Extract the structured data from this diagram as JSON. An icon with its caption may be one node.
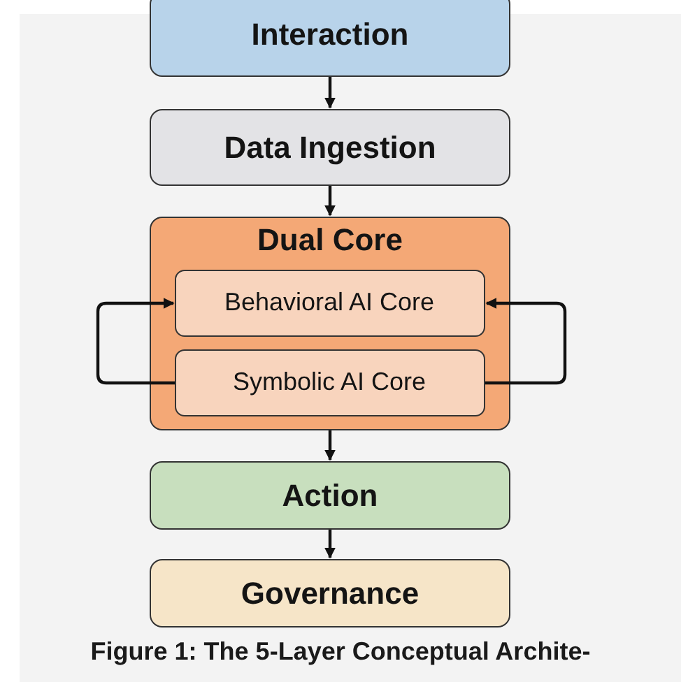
{
  "diagram": {
    "caption": "Figure 1: The 5-Layer Conceptual Archite-",
    "nodes": [
      {
        "text": [
          "Interaction"
        ]
      },
      {
        "text": [
          "Data Ingestion"
        ]
      },
      {
        "text": [
          "Dual Core"
        ]
      },
      {
        "text": [
          "Behavioral AI Core"
        ],
        "in": 2
      },
      {
        "text": [
          "Symbolic AI Core"
        ],
        "in": 2
      },
      {
        "text": [
          "Action"
        ]
      },
      {
        "text": [
          "Governance"
        ]
      }
    ],
    "edges": [
      {
        "from": 0,
        "to": 1,
        "arrow": "to"
      },
      {
        "from": 1,
        "to": 2,
        "arrow": "to"
      },
      {
        "from": 4,
        "to": 3,
        "arrow": "to"
      },
      {
        "from": 4,
        "to": 3,
        "arrow": "to"
      },
      {
        "from": 2,
        "to": 5,
        "arrow": "to"
      },
      {
        "from": 5,
        "to": 6,
        "arrow": "to"
      }
    ]
  }
}
